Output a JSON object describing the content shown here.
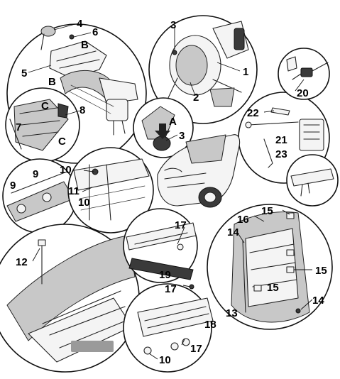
{
  "callouts": {
    "n1": "1",
    "n2": "2",
    "n3a": "3",
    "n3b": "3",
    "n4": "4",
    "n5": "5",
    "n6": "6",
    "n7": "7",
    "n8": "8",
    "n9a": "9",
    "n9b": "9",
    "n10a": "10",
    "n10b": "10",
    "n10c": "10",
    "n11": "11",
    "n12": "12",
    "n13": "13",
    "n14a": "14",
    "n14b": "14",
    "n15a": "15",
    "n15b": "15",
    "n15c": "15",
    "n16": "16",
    "n17a": "17",
    "n17b": "17",
    "n17c": "17",
    "n18": "18",
    "n19": "19",
    "n20": "20",
    "n21": "21",
    "n22": "22",
    "n23": "23"
  },
  "letters": {
    "A": "A",
    "B1": "B",
    "B2": "B",
    "C1": "C",
    "C2": "C"
  },
  "colors": {
    "ink": "#222222",
    "part_shade": "#c8c8c8",
    "dark_part": "#3a3a3a"
  }
}
